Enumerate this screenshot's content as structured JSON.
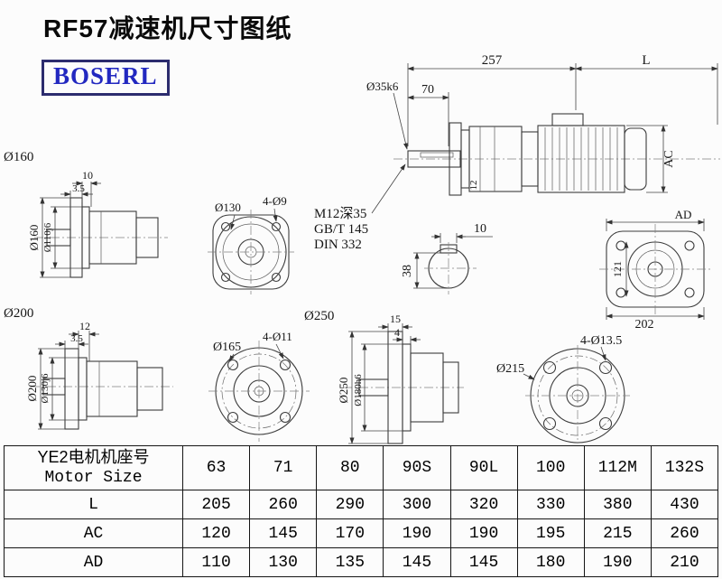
{
  "page": {
    "title": "RF57减速机尺寸图纸",
    "brand": "BOSERL"
  },
  "views": {
    "main": {
      "dim_257": "257",
      "dim_L": "L",
      "dim_70": "70",
      "dim_shaft": "Ø35k6",
      "dim_AC": "AC",
      "dim_12": "12",
      "note1": "M12深35",
      "note2": "GB/T 145",
      "note3": "DIN 332"
    },
    "flange160": {
      "label": "Ø160",
      "dim_10": "10",
      "dim_3_5": "3.5",
      "dim_outer": "Ø160",
      "dim_pilot": "Ø110j6"
    },
    "bolt130": {
      "dim_circle": "Ø130",
      "dim_holes": "4-Ø9"
    },
    "shaft_section": {
      "dim_10": "10",
      "dim_38": "38"
    },
    "side_ad": {
      "dim_ad": "AD",
      "dim_121": "121",
      "dim_202": "202"
    },
    "flange200": {
      "label": "Ø200",
      "dim_12": "12",
      "dim_3_5": "3.5",
      "dim_outer": "Ø200",
      "dim_pilot": "Ø130j6"
    },
    "bolt165": {
      "dim_circle": "Ø165",
      "dim_holes": "4-Ø11"
    },
    "flange250": {
      "label": "Ø250",
      "dim_15": "15",
      "dim_4": "4",
      "dim_outer": "Ø250",
      "dim_pilot": "Ø180h6"
    },
    "bolt215": {
      "dim_circle": "Ø215",
      "dim_holes": "4-Ø13.5"
    }
  },
  "table": {
    "header": {
      "label_line1": "YE2电机机座号",
      "label_line2": "Motor Size",
      "sizes": [
        "63",
        "71",
        "80",
        "90S",
        "90L",
        "100",
        "112M",
        "132S"
      ]
    },
    "rows": [
      {
        "label": "L",
        "values": [
          "205",
          "260",
          "290",
          "300",
          "320",
          "330",
          "380",
          "430"
        ]
      },
      {
        "label": "AC",
        "values": [
          "120",
          "145",
          "170",
          "190",
          "190",
          "195",
          "215",
          "260"
        ]
      },
      {
        "label": "AD",
        "values": [
          "110",
          "130",
          "135",
          "145",
          "145",
          "180",
          "190",
          "210"
        ]
      }
    ]
  }
}
